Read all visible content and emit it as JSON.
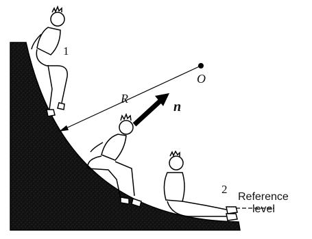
{
  "diagram": {
    "labels": {
      "position_1": "1",
      "position_2": "2",
      "center": "O",
      "radius": "R",
      "normal": "n",
      "reference_line1": "Reference",
      "reference_line2": "level"
    }
  }
}
